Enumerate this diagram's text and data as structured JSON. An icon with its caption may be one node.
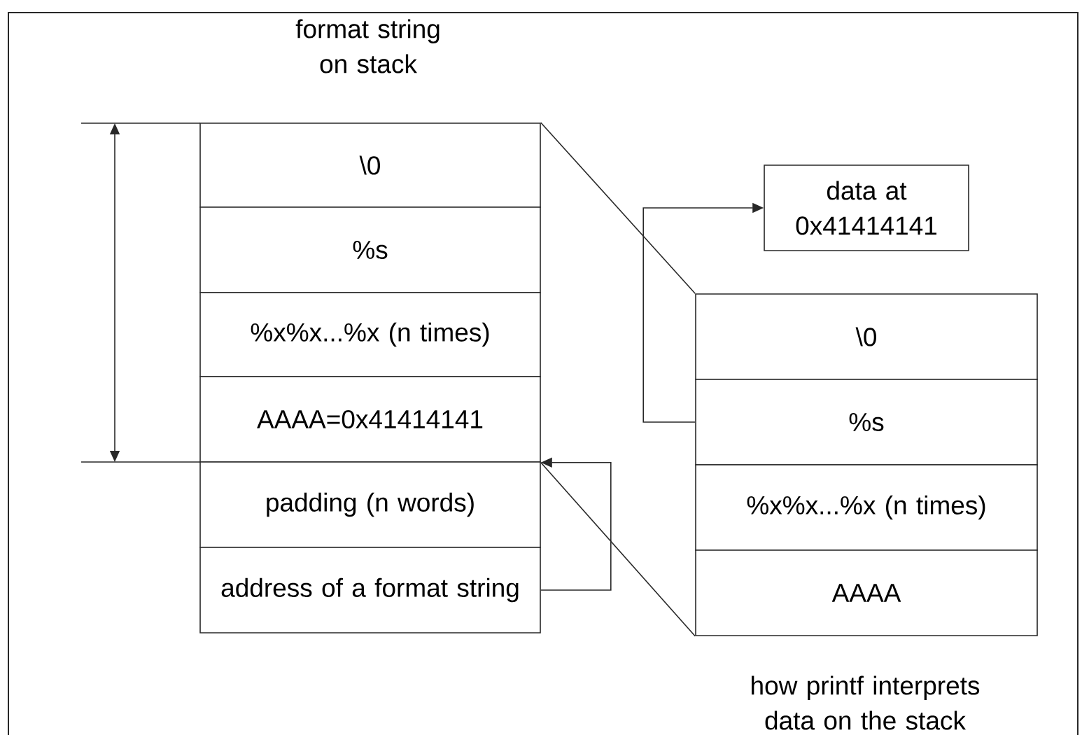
{
  "diagram": {
    "nodes": [
      {
        "text": [
          "\\0"
        ]
      },
      {
        "text": [
          "%s"
        ]
      },
      {
        "text": [
          "%x%x...%x (n times)"
        ]
      },
      {
        "text": [
          "AAAA=0x41414141"
        ]
      },
      {
        "text": [
          "padding (n words)"
        ]
      },
      {
        "text": [
          "address of a format string"
        ]
      },
      {
        "text": [
          "data at 0x41414141"
        ]
      },
      {
        "text": [
          "\\0"
        ]
      },
      {
        "text": [
          "%s"
        ]
      },
      {
        "text": [
          "%x%x...%x (n times)"
        ]
      },
      {
        "text": [
          "AAAA"
        ]
      }
    ],
    "edges": [
      {
        "from": 8,
        "to": 6,
        "arrow": "to"
      },
      {
        "from": 5,
        "to": 3,
        "arrow": "to"
      },
      {
        "from": 0,
        "to": 7,
        "arrow": "none"
      },
      {
        "from": 3,
        "to": 10,
        "arrow": "none"
      }
    ],
    "labels": [
      "format string on stack",
      "how printf interprets data on the stack"
    ]
  }
}
